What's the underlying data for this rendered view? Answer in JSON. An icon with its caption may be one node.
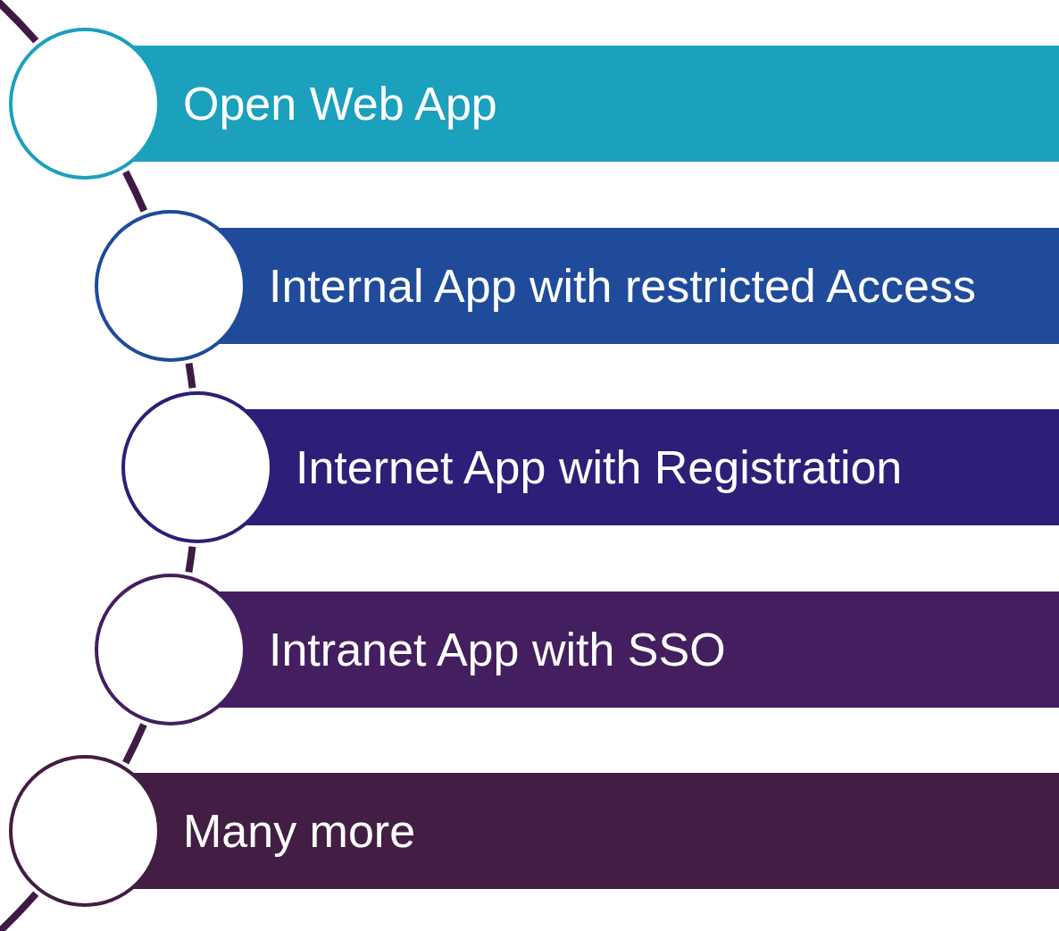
{
  "diagram": {
    "nodes": [
      {
        "text": [],
        "shape": "circle"
      },
      {
        "text": [
          "Open Web App"
        ]
      },
      {
        "text": [],
        "shape": "circle"
      },
      {
        "text": [
          "Internal App with restricted Access"
        ]
      },
      {
        "text": [],
        "shape": "circle"
      },
      {
        "text": [
          "Internet App with Registration"
        ]
      },
      {
        "text": [],
        "shape": "circle"
      },
      {
        "text": [
          "Intranet App with SSO"
        ]
      },
      {
        "text": [],
        "shape": "circle"
      },
      {
        "text": [
          "Many more"
        ]
      }
    ],
    "edges": [
      {
        "from": 0,
        "to": 2,
        "arrow": "none"
      },
      {
        "from": 2,
        "to": 4,
        "arrow": "none"
      },
      {
        "from": 4,
        "to": 6,
        "arrow": "none"
      },
      {
        "from": 6,
        "to": 8,
        "arrow": "none"
      }
    ]
  }
}
